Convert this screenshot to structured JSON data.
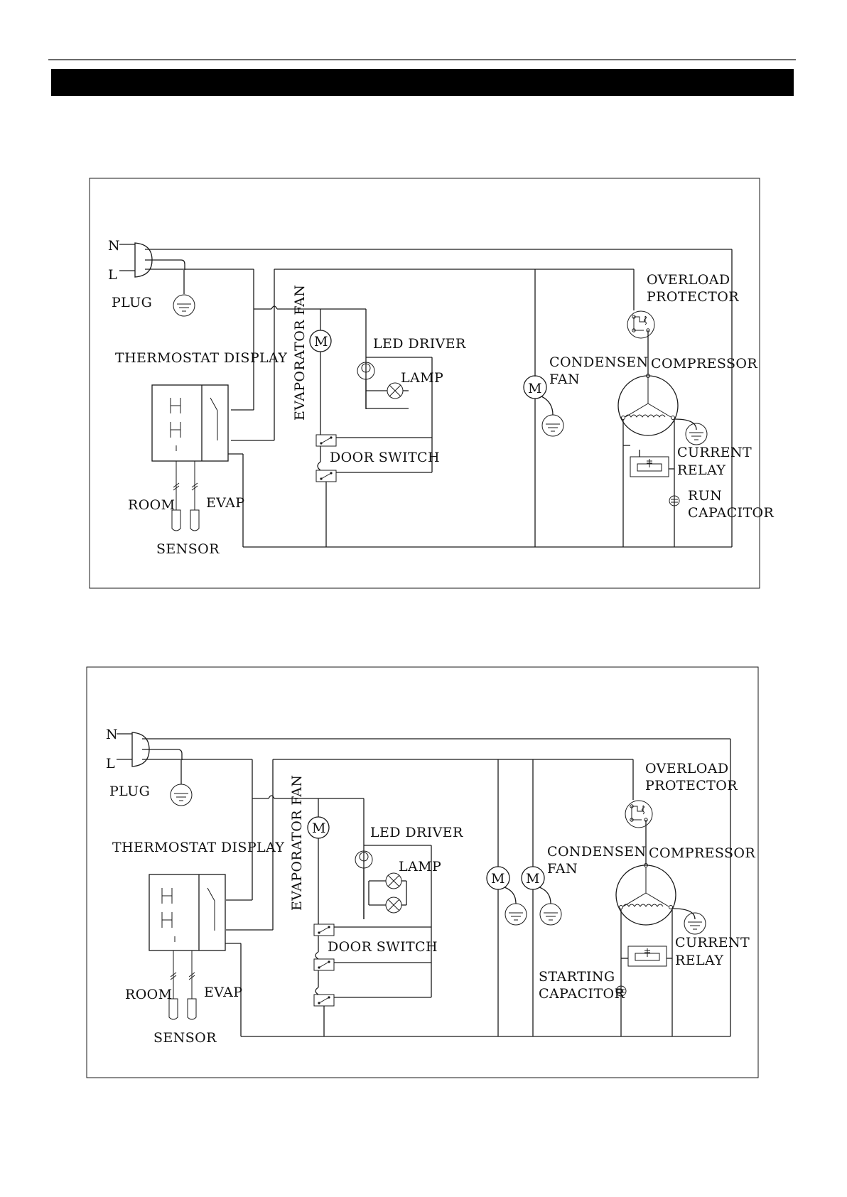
{
  "diagrams": [
    {
      "labels": {
        "n": "N",
        "l": "L",
        "plug": "PLUG",
        "thermostat_display": "THERMOSTAT DISPLAY",
        "room": "ROOM",
        "evap": "EVAP",
        "sensor": "SENSOR",
        "evaporator_fan": "EVAPORATOR FAN",
        "led_driver": "LED DRIVER",
        "lamp": "LAMP",
        "door_switch": "DOOR SWITCH",
        "condensen": "CONDENSEN",
        "fan": "FAN",
        "overload": "OVERLOAD",
        "protector": "PROTECTOR",
        "compressor": "COMPRESSOR",
        "current": "CURRENT",
        "relay": "RELAY",
        "run": "RUN",
        "capacitor": "CAPACITOR",
        "motor_symbol": "M",
        "display_digits": "-H H"
      }
    },
    {
      "labels": {
        "n": "N",
        "l": "L",
        "plug": "PLUG",
        "thermostat_display": "THERMOSTAT DISPLAY",
        "room": "ROOM",
        "evap": "EVAP",
        "sensor": "SENSOR",
        "evaporator_fan": "EVAPORATOR FAN",
        "led_driver": "LED DRIVER",
        "lamp": "LAMP",
        "door_switch": "DOOR SWITCH",
        "condensen": "CONDENSEN",
        "fan": "FAN",
        "overload": "OVERLOAD",
        "protector": "PROTECTOR",
        "compressor": "COMPRESSOR",
        "current": "CURRENT",
        "relay": "RELAY",
        "starting": "STARTING",
        "capacitor": "CAPACITOR",
        "motor_symbol": "M",
        "display_digits": "-H H"
      }
    }
  ]
}
